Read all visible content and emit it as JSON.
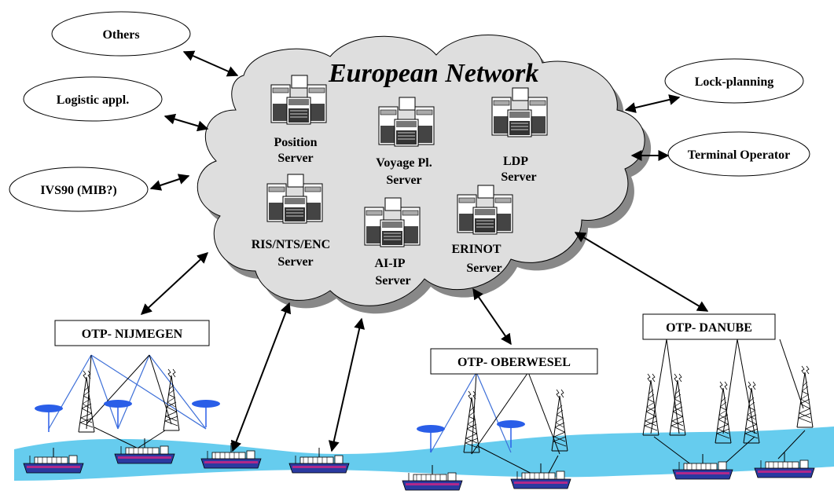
{
  "network": {
    "title": "European Network"
  },
  "external_systems": [
    {
      "id": "others",
      "label": "Others"
    },
    {
      "id": "logistic",
      "label": "Logistic appl."
    },
    {
      "id": "ivs90",
      "label": "IVS90 (MIB?)"
    },
    {
      "id": "lock",
      "label": "Lock-planning"
    },
    {
      "id": "terminal",
      "label": "Terminal Operator"
    }
  ],
  "servers": [
    {
      "id": "position",
      "lines": [
        "Position",
        "Server"
      ]
    },
    {
      "id": "voyage",
      "lines": [
        "Voyage Pl.",
        "Server"
      ]
    },
    {
      "id": "ldp",
      "lines": [
        "LDP",
        "Server"
      ]
    },
    {
      "id": "ris",
      "lines": [
        "RIS/NTS/ENC",
        "Server"
      ]
    },
    {
      "id": "aiip",
      "lines": [
        "AI-IP",
        "Server"
      ]
    },
    {
      "id": "erinot",
      "lines": [
        "ERINOT",
        "Server"
      ]
    }
  ],
  "otp_stations": [
    {
      "id": "nijmegen",
      "label": "OTP- NIJMEGEN"
    },
    {
      "id": "oberwesel",
      "label": "OTP- OBERWESEL"
    },
    {
      "id": "danube",
      "label": "OTP- DANUBE"
    }
  ],
  "colors": {
    "cloud_fill": "#dedede",
    "river": "#66ccee",
    "dish": "#2a5ee8",
    "link_blue": "#3d6fd8",
    "ship_hull": "#2a3aa0",
    "ship_stripe": "#b0288a"
  }
}
